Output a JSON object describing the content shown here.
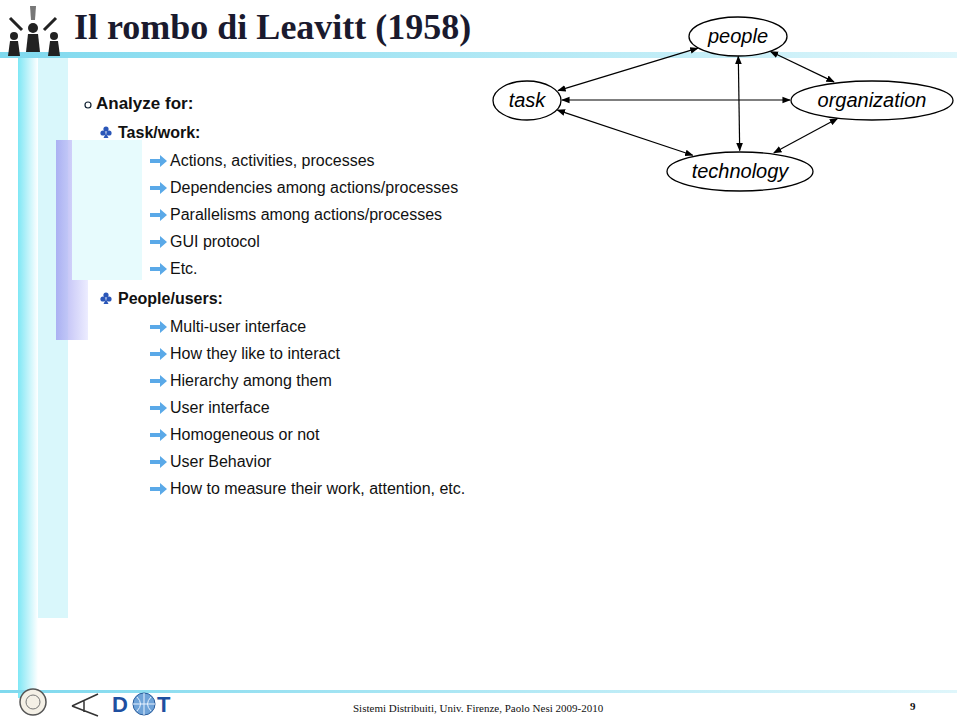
{
  "diagram": {
    "title": "Il rombo di Leavitt (1958)",
    "nodes": [
      {
        "text": [
          "people"
        ]
      },
      {
        "text": [
          "task"
        ]
      },
      {
        "text": [
          "organization"
        ]
      },
      {
        "text": [
          "technology"
        ]
      }
    ],
    "edges": [
      {
        "from": 0,
        "to": 1,
        "arrow": "both"
      },
      {
        "from": 0,
        "to": 2,
        "arrow": "both"
      },
      {
        "from": 0,
        "to": 3,
        "arrow": "both"
      },
      {
        "from": 1,
        "to": 2,
        "arrow": "both"
      },
      {
        "from": 1,
        "to": 3,
        "arrow": "both"
      },
      {
        "from": 2,
        "to": 3,
        "arrow": "both"
      }
    ],
    "labels": [
      "Analyze for:",
      "Task/work:",
      "Actions, activities, processes",
      "Dependencies among actions/processes",
      "Parallelisms among actions/processes",
      "GUI protocol",
      "Etc.",
      "People/users:",
      "Multi-user interface",
      "How they like to interact",
      "Hierarchy among them",
      "User interface",
      "Homogeneous or not",
      "User Behavior",
      "How to measure their work, attention, etc.",
      "Sistemi Distribuiti, Univ. Firenze, Paolo Nesi 2009-2010",
      "9",
      "D",
      "T"
    ]
  }
}
